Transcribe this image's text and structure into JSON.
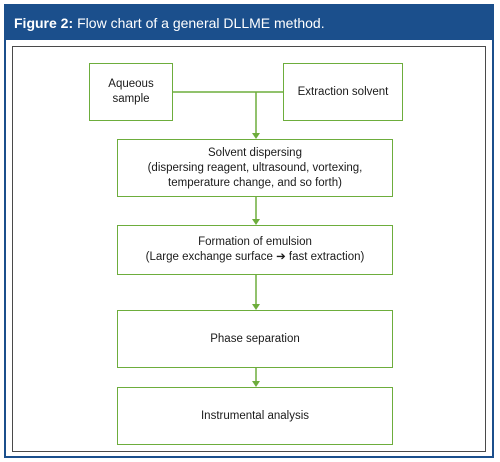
{
  "header": {
    "figure_label": "Figure 2:",
    "caption": "Flow chart of a general DLLME method."
  },
  "flowchart": {
    "inputs": {
      "aqueous_sample": "Aqueous sample",
      "extraction_solvent": "Extraction solvent"
    },
    "steps": [
      {
        "title": "Solvent dispersing",
        "lines": [
          "(dispersing reagent, ultrasound, vortexing,",
          "temperature change, and so forth)"
        ]
      },
      {
        "title": "Formation of emulsion",
        "lines": [
          "(Large exchange surface ➔ fast extraction)"
        ]
      },
      {
        "title": "Phase separation",
        "lines": []
      },
      {
        "title": "Instrumental analysis",
        "lines": []
      }
    ]
  },
  "colors": {
    "header_bg": "#1b4f8c",
    "box_border": "#6dad3c",
    "connector": "#6dad3c"
  }
}
